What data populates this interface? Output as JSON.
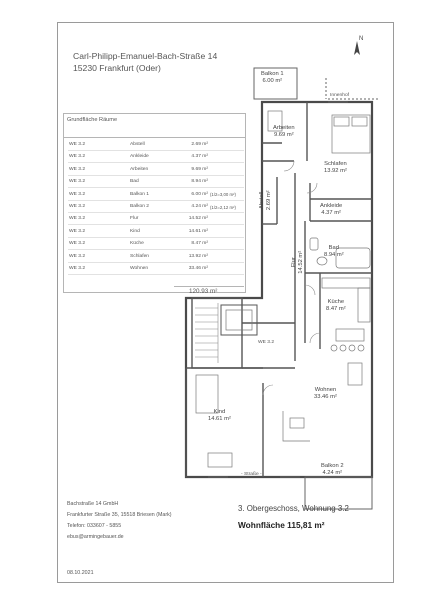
{
  "header": {
    "address_line1": "Carl-Philipp-Emanuel-Bach-Straße 14",
    "address_line2": "15230 Frankfurt (Oder)"
  },
  "compass": {
    "label": "N"
  },
  "room_table": {
    "title": "Grundfläche Räume",
    "rows": [
      {
        "we": "WE 3.2",
        "room": "Abstell",
        "area": "2.69 m²",
        "note": ""
      },
      {
        "we": "WE 3.2",
        "room": "Ankleide",
        "area": "4.37 m²",
        "note": ""
      },
      {
        "we": "WE 3.2",
        "room": "Arbeiten",
        "area": "9.69 m²",
        "note": ""
      },
      {
        "we": "WE 3.2",
        "room": "Bad",
        "area": "8.94 m²",
        "note": ""
      },
      {
        "we": "WE 3.2",
        "room": "Balkon 1",
        "area": "6.00 m²",
        "note": "(1/2=3,00 m²)"
      },
      {
        "we": "WE 3.2",
        "room": "Balkon 2",
        "area": "4.24 m²",
        "note": "(1/2=2,12 m²)"
      },
      {
        "we": "WE 3.2",
        "room": "Flur",
        "area": "14.52 m²",
        "note": ""
      },
      {
        "we": "WE 3.2",
        "room": "Kind",
        "area": "14.61 m²",
        "note": ""
      },
      {
        "we": "WE 3.2",
        "room": "Küche",
        "area": "8.47 m²",
        "note": ""
      },
      {
        "we": "WE 3.2",
        "room": "Schlafen",
        "area": "13.92 m²",
        "note": ""
      },
      {
        "we": "WE 3.2",
        "room": "Wohnen",
        "area": "33.46 m²",
        "note": ""
      }
    ],
    "total": "120.93 m²"
  },
  "plan": {
    "balkon1": {
      "name": "Balkon 1",
      "area": "6.00 m²"
    },
    "innenhof": "Innenhof",
    "arbeiten": {
      "name": "Arbeiten",
      "area": "9.69 m²"
    },
    "schlafen": {
      "name": "Schlafen",
      "area": "13.92 m²"
    },
    "abstell": {
      "name": "Abstell",
      "area": "2.69 m²"
    },
    "ankleide": {
      "name": "Ankleide",
      "area": "4.37 m²"
    },
    "flur": {
      "name": "Flur",
      "area": "14.52 m²"
    },
    "bad": {
      "name": "Bad",
      "area": "8.94 m²"
    },
    "kueche": {
      "name": "Küche",
      "area": "8.47 m²"
    },
    "we_tag": "WE 3.2",
    "wohnen": {
      "name": "Wohnen",
      "area": "33.46 m²"
    },
    "kind": {
      "name": "Kind",
      "area": "14.61 m²"
    },
    "strasse": "- Straße -",
    "balkon2": {
      "name": "Balkon 2",
      "area": "4.24 m²"
    }
  },
  "footer": {
    "company": "Bachstraße 14 GmbH",
    "street": "Frankfurter Straße 35, 15518 Briesen (Mark)",
    "phone": "Telefon: 033607 - 5855",
    "email": "ebus@armingebauer.de",
    "date": "08.10.2021",
    "floor_label": "3. Obergeschoss, Wohnung 3.2",
    "wohnflaeche": "Wohnfläche 115,81 m²"
  },
  "colors": {
    "line": "#6f6f6f",
    "wall": "#555555",
    "text": "#444444"
  }
}
